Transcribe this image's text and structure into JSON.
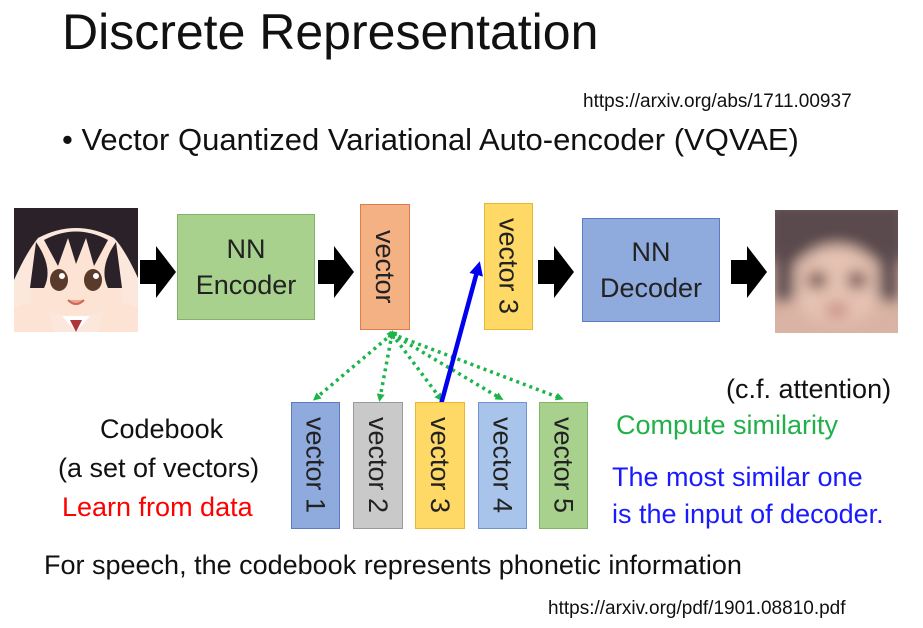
{
  "title": "Discrete Representation",
  "ref_top": "https://arxiv.org/abs/1711.00937",
  "bullet": "• Vector Quantized Variational Auto-encoder (VQVAE)",
  "encoder": {
    "line1": "NN",
    "line2": "Encoder"
  },
  "decoder": {
    "line1": "NN",
    "line2": "Decoder"
  },
  "vector_box": "vector",
  "selected_vector": "vector 3",
  "codebook": {
    "label1": "Codebook",
    "label2": "(a set of vectors)",
    "learn": "Learn from data",
    "vectors": [
      "vector 1",
      "vector 2",
      "vector 3",
      "vector 4",
      "vector 5"
    ]
  },
  "attention": "(c.f. attention)",
  "compute_similarity": "Compute similarity",
  "most_similar_line1": "The most similar one",
  "most_similar_line2": "is the input of decoder.",
  "speech_note": "For speech, the codebook represents phonetic information",
  "ref_bottom": "https://arxiv.org/pdf/1901.08810.pdf",
  "colors": {
    "encoder_fill": "#a9d18e",
    "encoder_border": "#82b366",
    "vector_fill": "#f4b183",
    "vector_border": "#e07b4c",
    "v3_fill": "#ffd966",
    "v3_border": "#e8b830",
    "decoder_fill": "#8faadc",
    "decoder_border": "#5b7bc4",
    "v1_fill": "#8faadc",
    "v2_fill": "#c9c9c9",
    "v4_fill": "#a9c4eb",
    "v5_fill": "#a9d18e",
    "dotted_green": "#1db44a",
    "blue_arrow": "#0000ee",
    "red_text": "#ff0000",
    "green_text": "#22b04a",
    "blue_text": "#1a1aff"
  }
}
